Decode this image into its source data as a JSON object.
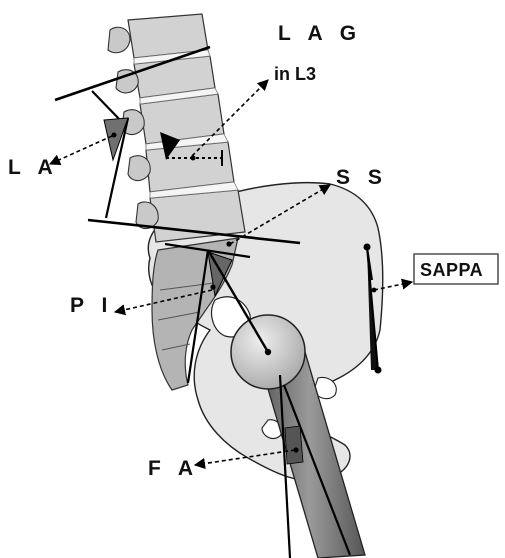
{
  "labels": {
    "lag": "L A G",
    "lag_sub": "in L3",
    "la": "L A",
    "ss": "S S",
    "pi": "P I",
    "sappa": "SAPPA",
    "fa": "F A"
  },
  "colors": {
    "bone_fill": "#e6e6e6",
    "vertebra_fill": "#d2d2d2",
    "sacrum_fill": "#b4b4b4",
    "angle_fill": "#707070",
    "femur_head": "#cfcfcf",
    "femur_shaft": "#7d7d7d",
    "line": "#000000"
  }
}
